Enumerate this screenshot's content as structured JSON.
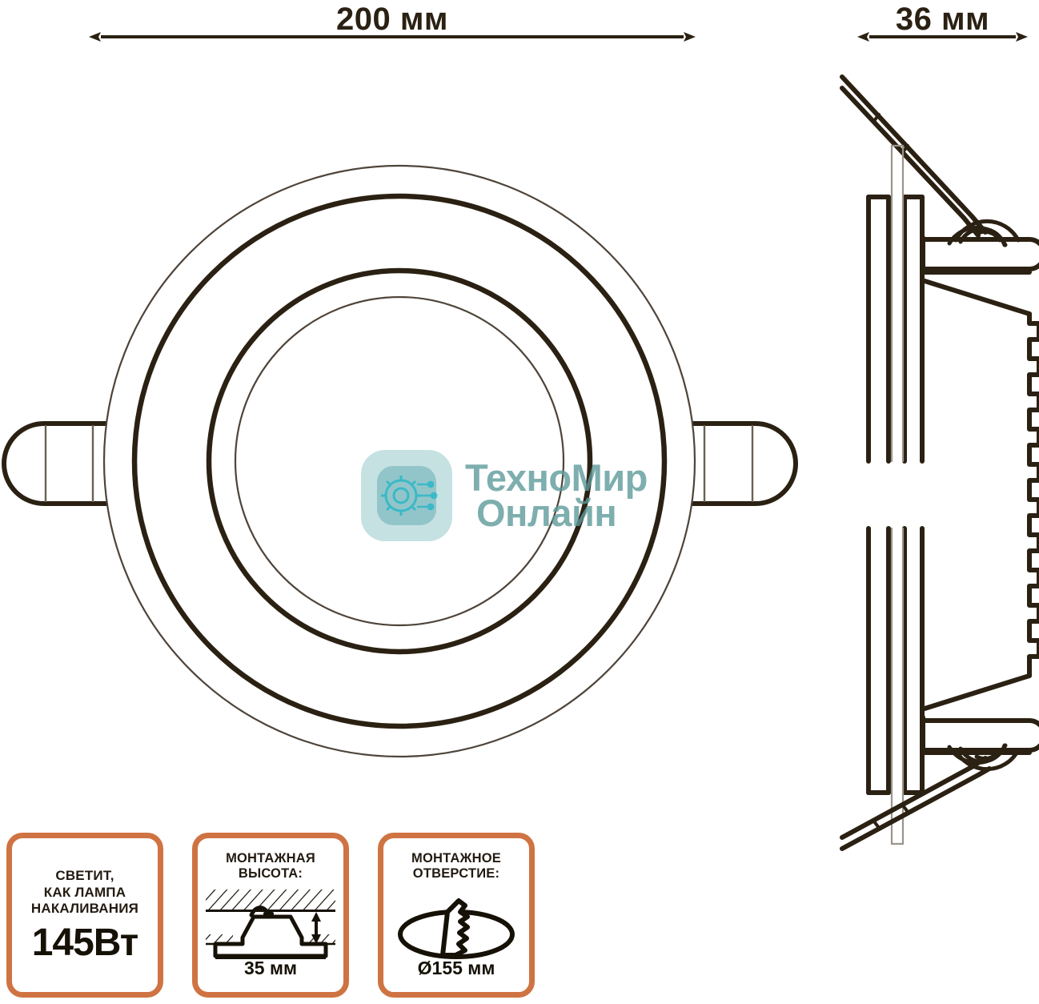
{
  "drawing": {
    "title": "Recessed LED downlight technical drawing",
    "dimensions": {
      "width_label": "200 мм",
      "depth_label": "36 мм"
    },
    "views": {
      "top_view_name": "top-view",
      "side_view_name": "side-section-view"
    }
  },
  "watermark": {
    "line1": "ТехноМир",
    "line2": "Онлайн",
    "color": "#5e9a9a",
    "icon": "gear-circuit-icon"
  },
  "badges": [
    {
      "id": "wattage",
      "caption_line1": "СВЕТИТ,",
      "caption_line2": "КАК ЛАМПА",
      "caption_line3": "НАКАЛИВАНИЯ",
      "value": "145Вт",
      "icon": "none"
    },
    {
      "id": "mounting-height",
      "caption_line1": "МОНТАЖНАЯ",
      "caption_line2": "ВЫСОТА:",
      "value": "35 мм",
      "icon": "ceiling-section-icon"
    },
    {
      "id": "mounting-hole",
      "caption_line1": "МОНТАЖНОЕ",
      "caption_line2": "ОТВЕРСТИЕ:",
      "value": "Ø155 мм",
      "icon": "cut-hole-icon"
    }
  ],
  "colors": {
    "line": "#2b2113",
    "thin_line": "#5a5044",
    "badge_border": "#cf7343",
    "badge_text": "#231a10",
    "background": "#ffffff",
    "watermark": "#5e9a9a"
  }
}
